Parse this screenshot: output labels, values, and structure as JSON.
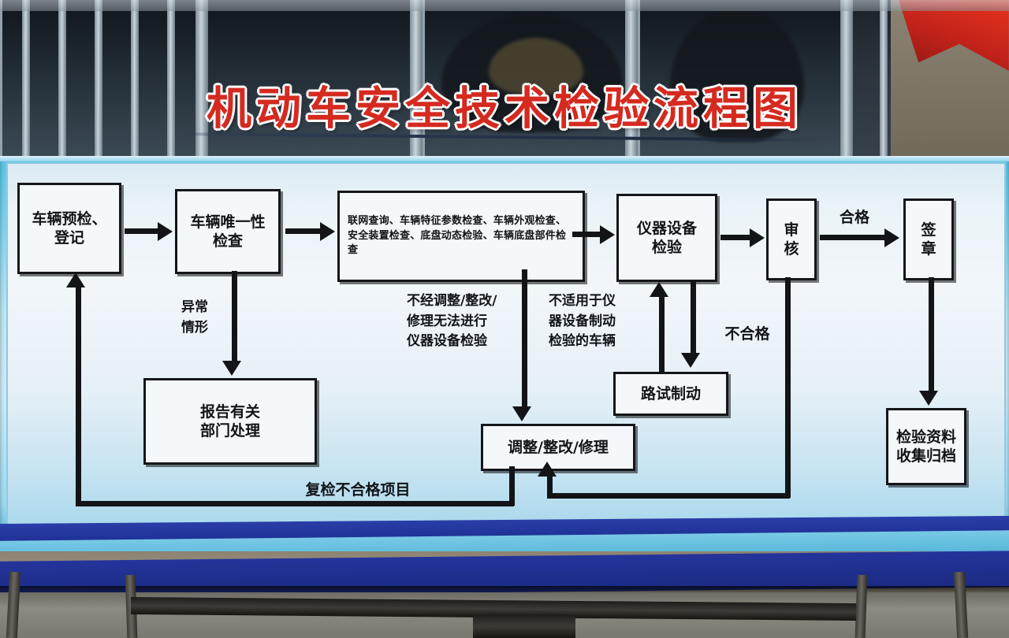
{
  "scene": {
    "kind": "photo-of-signboard",
    "location_hint": "vehicle inspection station doorway"
  },
  "board": {
    "title": "机动车安全技术检验流程图",
    "title_color": "#d52a20",
    "board_color": "#7fd3ee",
    "panel_color": "#eef5f9"
  },
  "flowchart": {
    "nodes": [
      {
        "id": "n1",
        "label": "车辆预检、\n登记"
      },
      {
        "id": "n2",
        "label": "车辆唯一性\n检查"
      },
      {
        "id": "n3",
        "label": "联网查询、车辆特征参数检查、车辆外观检查、安全装置检查、底盘动态检验、车辆底盘部件检查"
      },
      {
        "id": "n4",
        "label": "仪器设备\n检验"
      },
      {
        "id": "n5",
        "label": "审\n核"
      },
      {
        "id": "n6",
        "label": "签\n章"
      },
      {
        "id": "n7",
        "label": "报告有关\n部门处理"
      },
      {
        "id": "n8",
        "label": "路试制动"
      },
      {
        "id": "n9",
        "label": "调整/整改/修理"
      },
      {
        "id": "n10",
        "label": "检验资料\n收集归档"
      }
    ],
    "edge_labels": [
      {
        "id": "e_abnormal",
        "text": "异常\n情形"
      },
      {
        "id": "e_noadjust",
        "text": "不经调整/整改/\n修理无法进行\n仪器设备检验"
      },
      {
        "id": "e_notapplicable",
        "text": "不适用于仪\n器设备制动\n检验的车辆"
      },
      {
        "id": "e_qualified",
        "text": "合格"
      },
      {
        "id": "e_unqualified",
        "text": "不合格"
      },
      {
        "id": "e_recheck",
        "text": "复检不合格项目"
      }
    ]
  }
}
